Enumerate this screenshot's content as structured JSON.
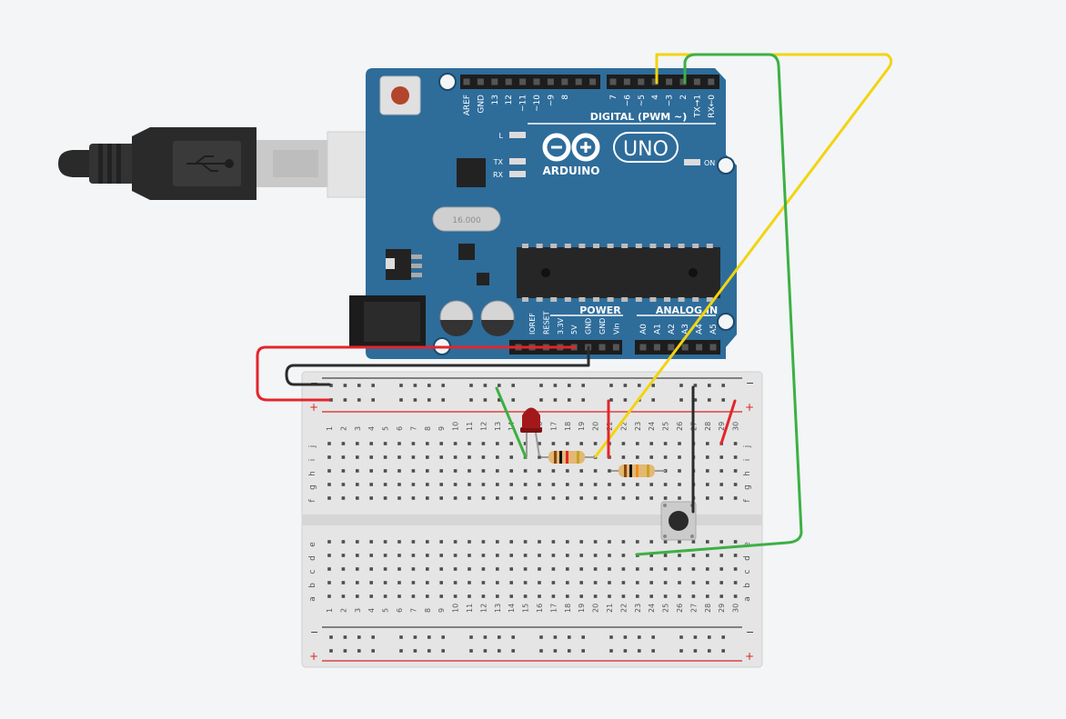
{
  "arduino": {
    "logo_text": "ARDUINO",
    "model": "UNO",
    "crystal": "16.000",
    "digital_header_label": "DIGITAL (PWM ~)",
    "digital_pins": [
      "AREF",
      "GND",
      "13",
      "12",
      "~11",
      "~10",
      "~9",
      "8",
      "7",
      "~6",
      "~5",
      "4",
      "~3",
      "2",
      "TX→1",
      "RX←0"
    ],
    "power_header_label": "POWER",
    "power_pins": [
      "IOREF",
      "RESET",
      "3.3V",
      "5V",
      "GND",
      "GND",
      "Vin"
    ],
    "analog_header_label": "ANALOG IN",
    "analog_pins": [
      "A0",
      "A1",
      "A2",
      "A3",
      "A4",
      "A5"
    ],
    "led_labels": {
      "l": "L",
      "tx": "TX",
      "rx": "RX",
      "on": "ON"
    }
  },
  "breadboard": {
    "rail_minus": "−",
    "rail_plus": "+",
    "columns": [
      "1",
      "2",
      "3",
      "4",
      "5",
      "6",
      "7",
      "8",
      "9",
      "10",
      "11",
      "12",
      "13",
      "14",
      "15",
      "16",
      "17",
      "18",
      "19",
      "20",
      "21",
      "22",
      "23",
      "24",
      "25",
      "26",
      "27",
      "28",
      "29",
      "30"
    ],
    "rows_top": [
      "j",
      "i",
      "h",
      "g",
      "f"
    ],
    "rows_bottom": [
      "e",
      "d",
      "c",
      "b",
      "a"
    ]
  },
  "colors": {
    "board_blue": "#2e6c9a",
    "wire_red": "#e3262b",
    "wire_black": "#2b2b2b",
    "wire_green": "#3cb043",
    "wire_yellow": "#f2d40f",
    "led_red": "#a3191b"
  }
}
